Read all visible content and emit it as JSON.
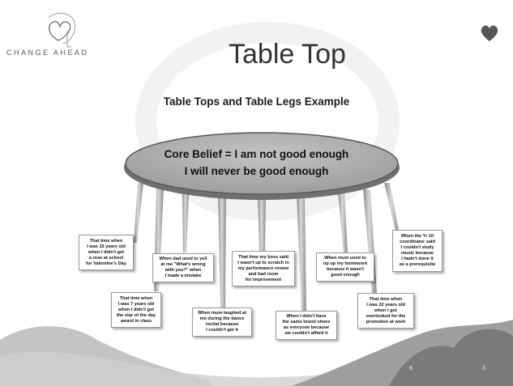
{
  "logo": {
    "text": "CHANGE AHEAD"
  },
  "slide": {
    "title": "Table Top",
    "heading": "Table Tops and Table Legs Example"
  },
  "tabletop": {
    "line1": "Core Belief = I am not good enough",
    "line2": "I will never be good enough"
  },
  "legs": [
    {
      "text": "That time when\nI was 15 years old\nwhen I didn't get\na rose at school\nfor Valentine's Day"
    },
    {
      "text": "That time when\nI was 7 years old\nwhen I didn't get\nthe star of the day\naward in class"
    },
    {
      "text": "When dad used to yell\nat me \"What's wrong\nwith you?\" when\nI made a mistake"
    },
    {
      "text": "When mum laughed at\nme during the dance\nrecital because\nI couldn't get it"
    },
    {
      "text": "That time my boss said\nI wasn't up to scratch in\nmy performance review\nand had room\nfor improvement"
    },
    {
      "text": "When I didn't have\nthe same brand shoes\nas everyone because\nwe couldn't afford it"
    },
    {
      "text": "When mum used to\nrip up my homework\nbecause it wasn't\ngood enough"
    },
    {
      "text": "That time when\nI was 22 years old\nwhen I got\noverlooked for the\npromotion at work"
    },
    {
      "text": "When the Yr 10\ncoordinator said\nI couldn't study\nmusic because\nI hadn't done it\nas a prerequisite"
    }
  ],
  "footer": {
    "page_left": "6",
    "page_right": "3"
  },
  "colors": {
    "tabletop_fill": "#a6a6a6",
    "heart": "#555555",
    "leg": "#bdbdbd"
  }
}
